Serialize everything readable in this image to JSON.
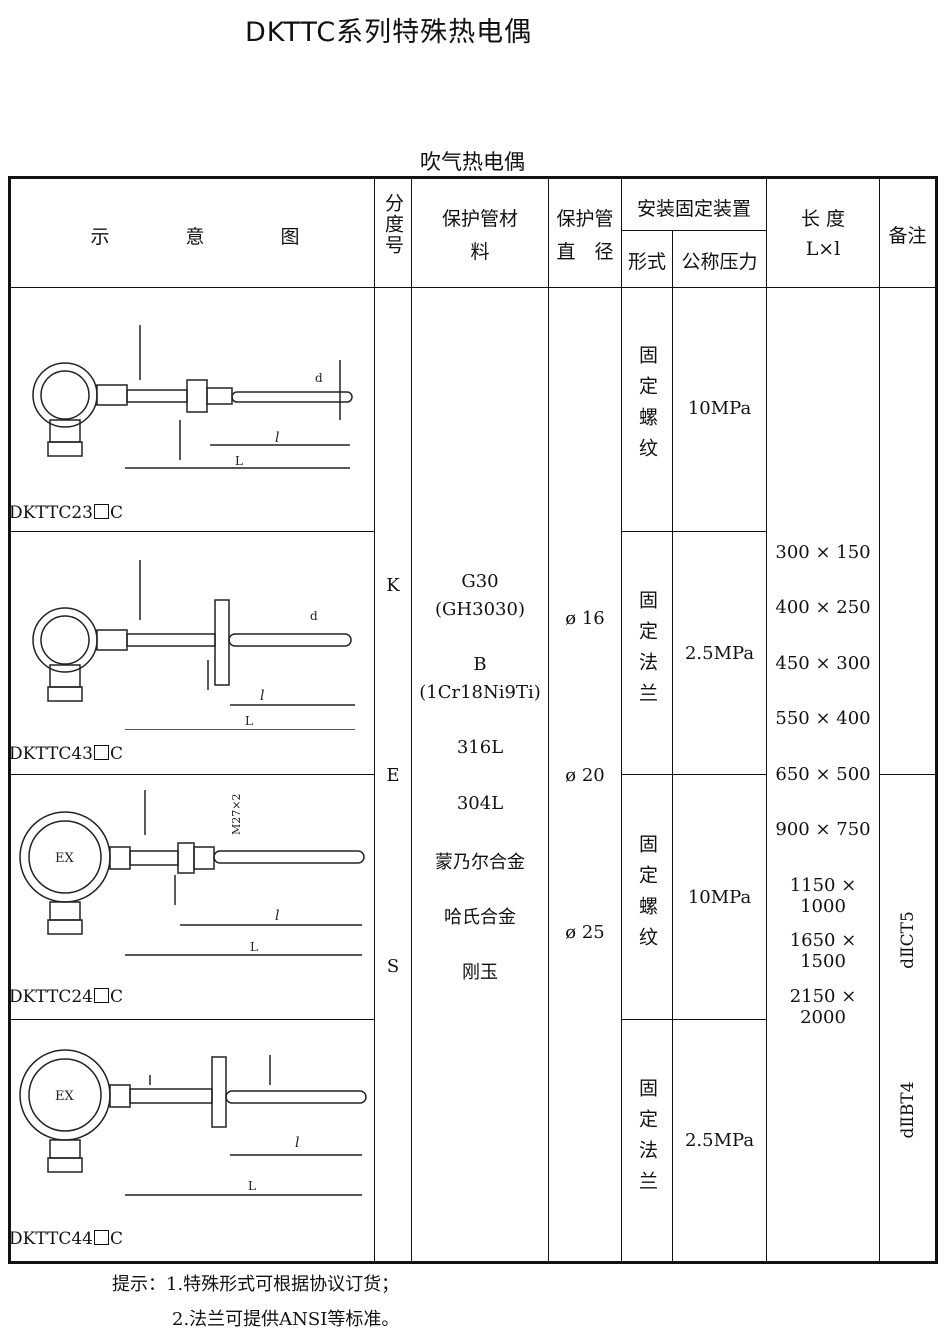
{
  "title": "DKTTC系列特殊热电偶",
  "subtitle": "吹气热电偶",
  "header": {
    "diagram": "示　　　　意　　　　图",
    "grade": "分度号",
    "material": "保护管材　料",
    "diameter": "保护管直　径",
    "mounting": "安装固定装置",
    "form": "形式",
    "pressure": "公称压力",
    "length": "长 度",
    "length_sub": "L×l",
    "remarks": "备注"
  },
  "grades": [
    "K",
    "E",
    "S"
  ],
  "materials": [
    "G30",
    "(GH3030)",
    "B",
    "(1Cr18Ni9Ti)",
    "316L",
    "304L",
    "蒙乃尔合金",
    "哈氏合金",
    "刚玉"
  ],
  "diameters": [
    "ø 16",
    "ø 20",
    "ø 25"
  ],
  "lengths": [
    "300 × 150",
    "400 × 250",
    "450 × 300",
    "550 × 400",
    "650 × 500",
    "900 × 750",
    "1150 × 1000",
    "1650 × 1500",
    "2150 × 2000"
  ],
  "rows": [
    {
      "model_prefix": "DKTTC23",
      "model_suffix": "C",
      "form": "固定螺纹",
      "pressure": "10MPa"
    },
    {
      "model_prefix": "DKTTC43",
      "model_suffix": "C",
      "form": "固定法兰",
      "pressure": "2.5MPa"
    },
    {
      "model_prefix": "DKTTC24",
      "model_suffix": "C",
      "form": "固定螺纹",
      "pressure": "10MPa"
    },
    {
      "model_prefix": "DKTTC44",
      "model_suffix": "C",
      "form": "固定法兰",
      "pressure": "2.5MPa"
    }
  ],
  "remarks": [
    "dⅡCT5",
    "dⅡBT4"
  ],
  "diagram_labels": {
    "d": "d",
    "l": "l",
    "L": "L",
    "ex": "EX",
    "thread": "M27×2"
  },
  "notes": [
    "提示：1.特殊形式可根据协议订货；",
    "2.法兰可提供ANSI等标准。"
  ]
}
